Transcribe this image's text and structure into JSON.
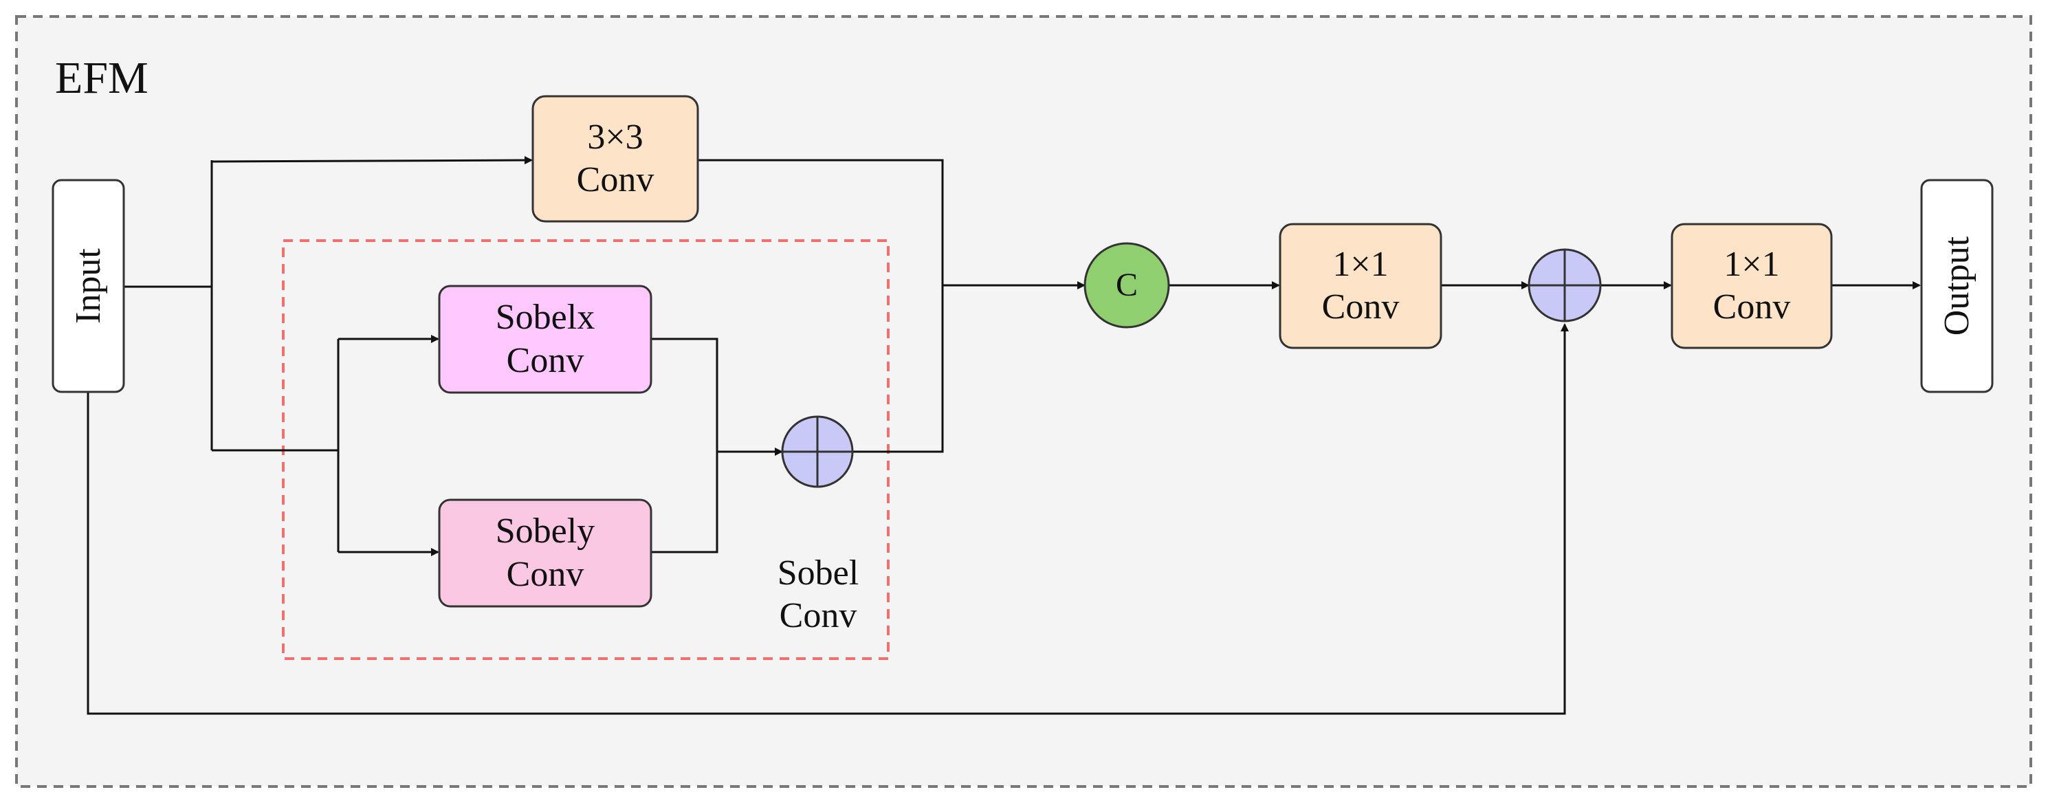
{
  "diagram": {
    "module_title": "EFM",
    "input_label": "Input",
    "output_label": "Output",
    "conv3x3": {
      "line1": "3×3",
      "line2": "Conv"
    },
    "sobelx": {
      "line1": "Sobelx",
      "line2": "Conv"
    },
    "sobely": {
      "line1": "Sobely",
      "line2": "Conv"
    },
    "sobel_group": {
      "line1": "Sobel",
      "line2": "Conv"
    },
    "concat_label": "C",
    "conv1x1_a": {
      "line1": "1×1",
      "line2": "Conv"
    },
    "conv1x1_b": {
      "line1": "1×1",
      "line2": "Conv"
    },
    "colors": {
      "background": "#f4f4f4",
      "outer_border": "#777777",
      "sobel_group_border": "#f07070",
      "conv_fill": "#fde3c8",
      "sobelx_fill": "#fdc8fd",
      "sobely_fill": "#fbc8e4",
      "io_fill": "#ffffff",
      "concat_fill": "#90cf6f",
      "add_fill": "#c9c9f7"
    }
  }
}
